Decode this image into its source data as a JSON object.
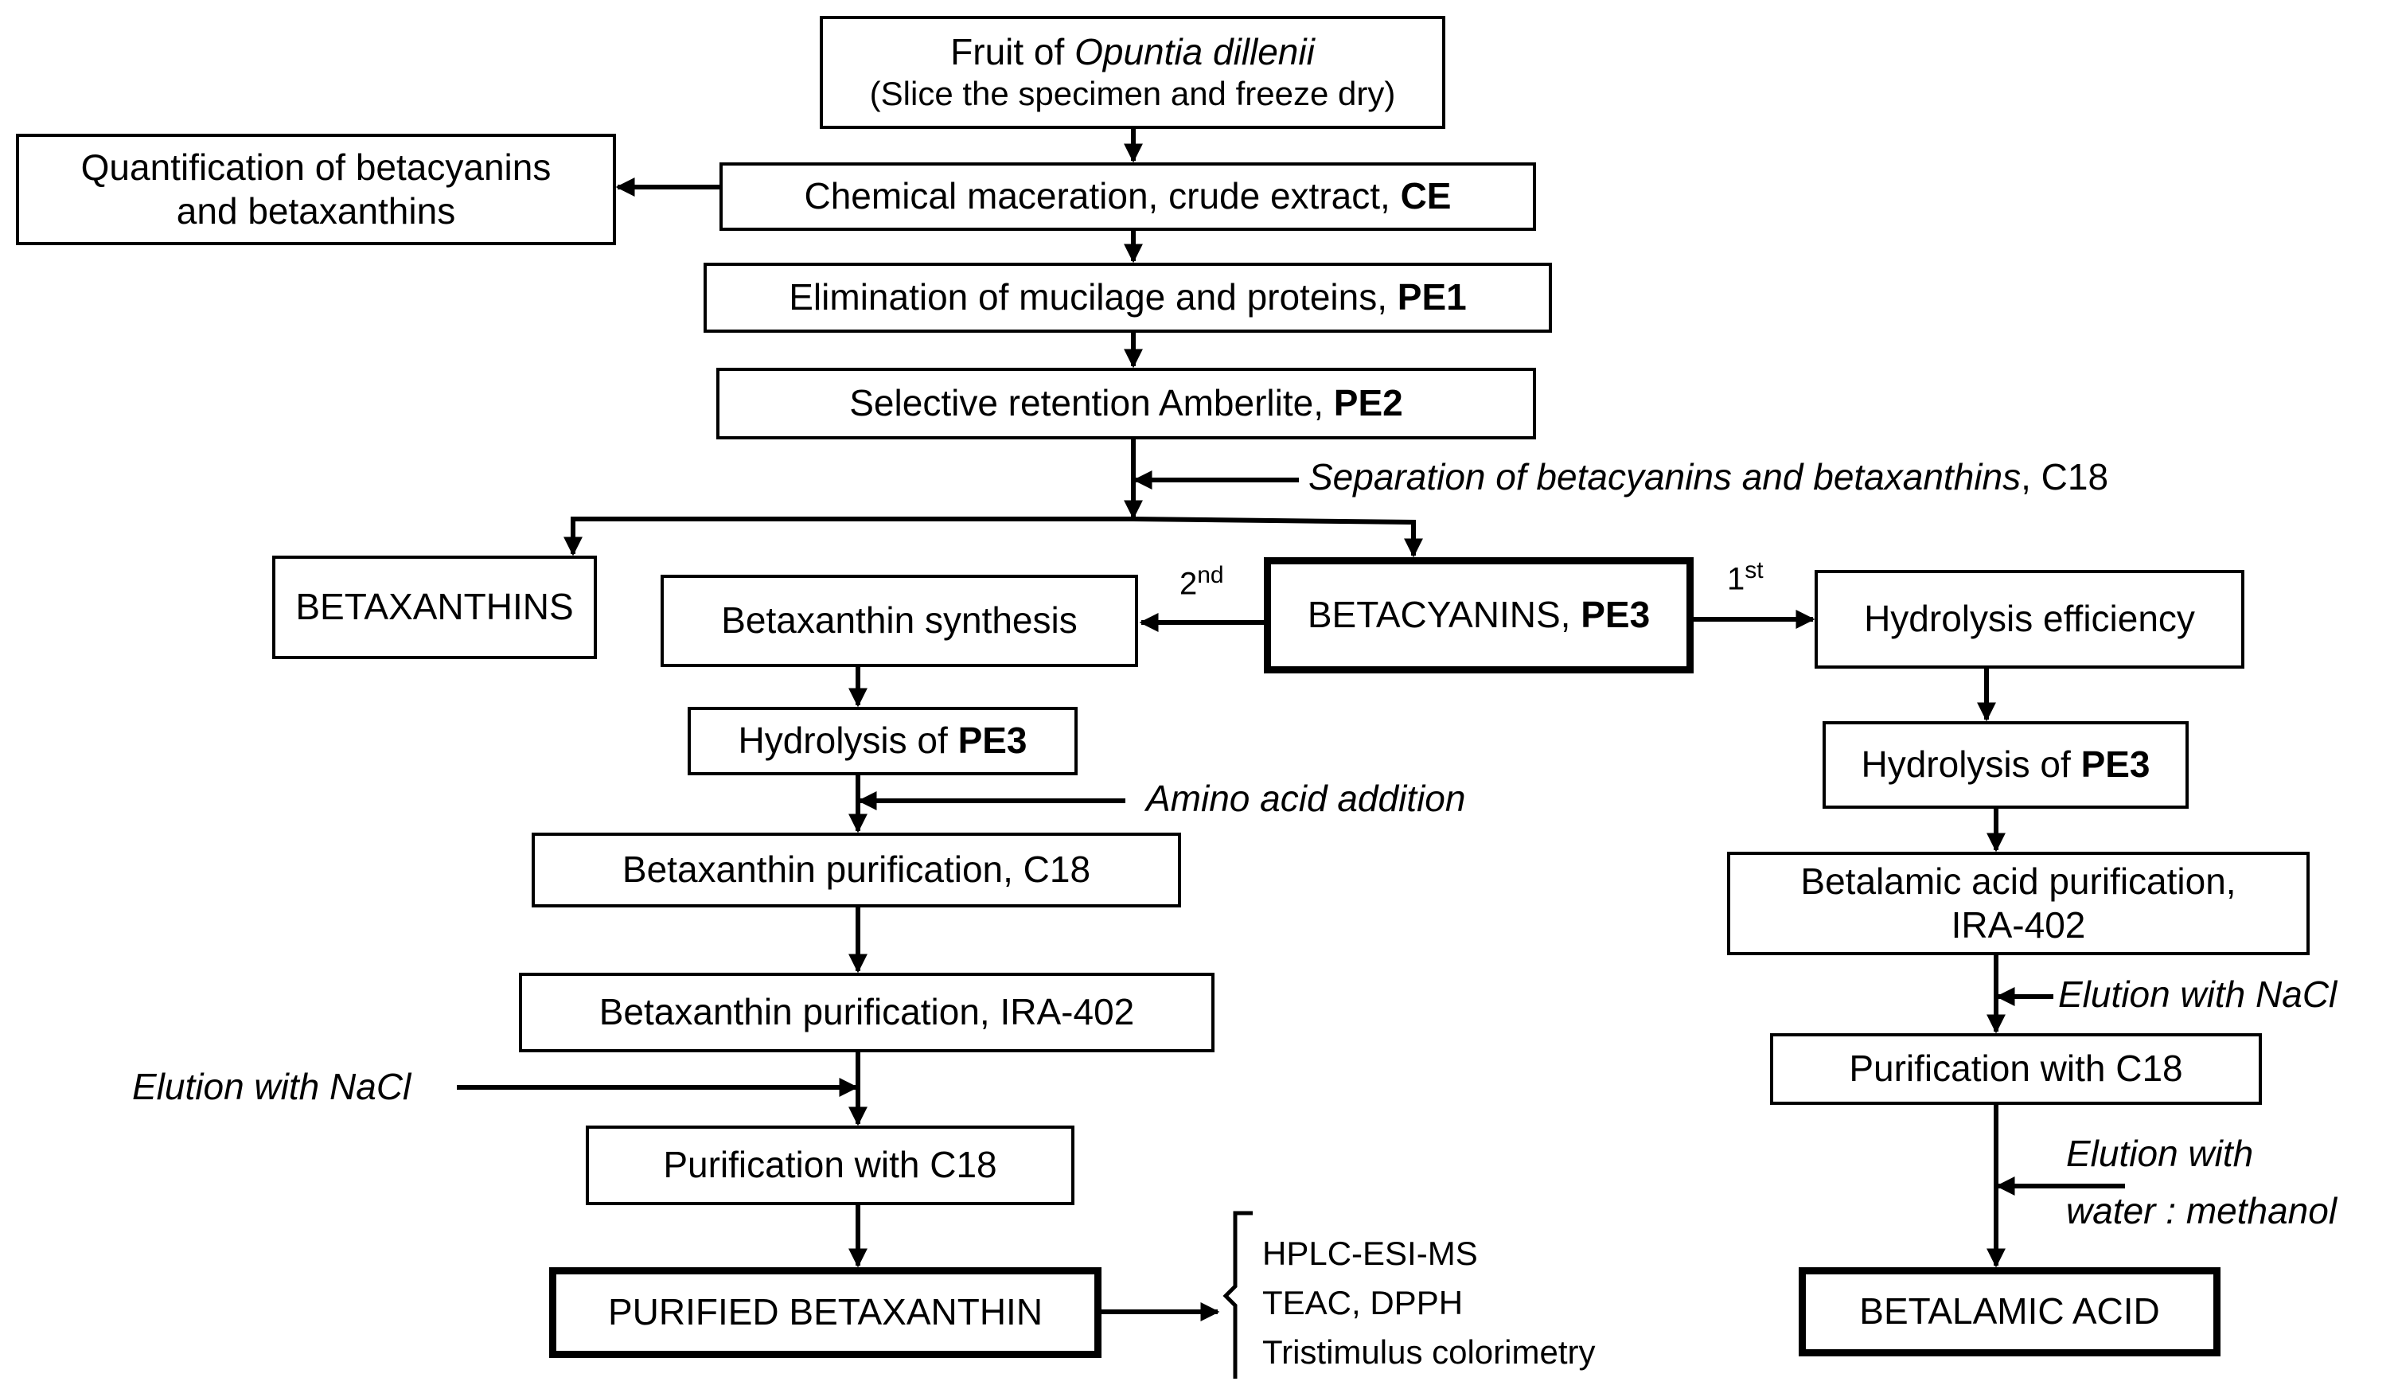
{
  "nodes": {
    "fruit": {
      "line1_pre": "Fruit of ",
      "line1_it": "Opuntia dillenii",
      "line2": "(Slice the specimen and freeze dry)"
    },
    "quant": {
      "line1": "Quantification of betacyanins",
      "line2": "and betaxanthins"
    },
    "ce": {
      "text": "Chemical maceration, crude extract, ",
      "bold": "CE"
    },
    "pe1": {
      "text": "Elimination of mucilage and proteins, ",
      "bold": "PE1"
    },
    "pe2": {
      "text": "Selective retention Amberlite, ",
      "bold": "PE2"
    },
    "betaxanthins": {
      "text": "BETAXANTHINS"
    },
    "bx_synth": {
      "text": "Betaxanthin synthesis"
    },
    "betacyanins": {
      "text": "BETACYANINS, ",
      "bold": "PE3"
    },
    "hydro_eff": {
      "text": "Hydrolysis efficiency"
    },
    "hydro_left": {
      "text": "Hydrolysis of ",
      "bold": "PE3"
    },
    "hydro_right": {
      "text": "Hydrolysis of ",
      "bold": "PE3"
    },
    "bx_pur_c18": {
      "text": "Betaxanthin purification, C18"
    },
    "ba_pur": {
      "line1": "Betalamic acid purification,",
      "line2": "IRA-402"
    },
    "bx_pur_ira": {
      "text": "Betaxanthin purification, IRA-402"
    },
    "pur_c18_right": {
      "text": "Purification with C18"
    },
    "pur_c18_left": {
      "text": "Purification with C18"
    },
    "purified_bx": {
      "text": "PURIFIED BETAXANTHIN"
    },
    "betalamic": {
      "text": "BETALAMIC ACID"
    }
  },
  "labels": {
    "separation_it": "Separation of betacyanins and betaxanthins",
    "separation_rest": ", C18",
    "amino": "Amino acid addition",
    "elution_left": "Elution with NaCl",
    "elution_right": "Elution with NaCl",
    "elution_wm_1": "Elution with",
    "elution_wm_2": "water : methanol",
    "second_base": "2",
    "second_sup": "nd",
    "first_base": "1",
    "first_sup": "st"
  },
  "analyses": [
    "HPLC-ESI-MS",
    "TEAC, DPPH",
    "Tristimulus colorimetry"
  ]
}
